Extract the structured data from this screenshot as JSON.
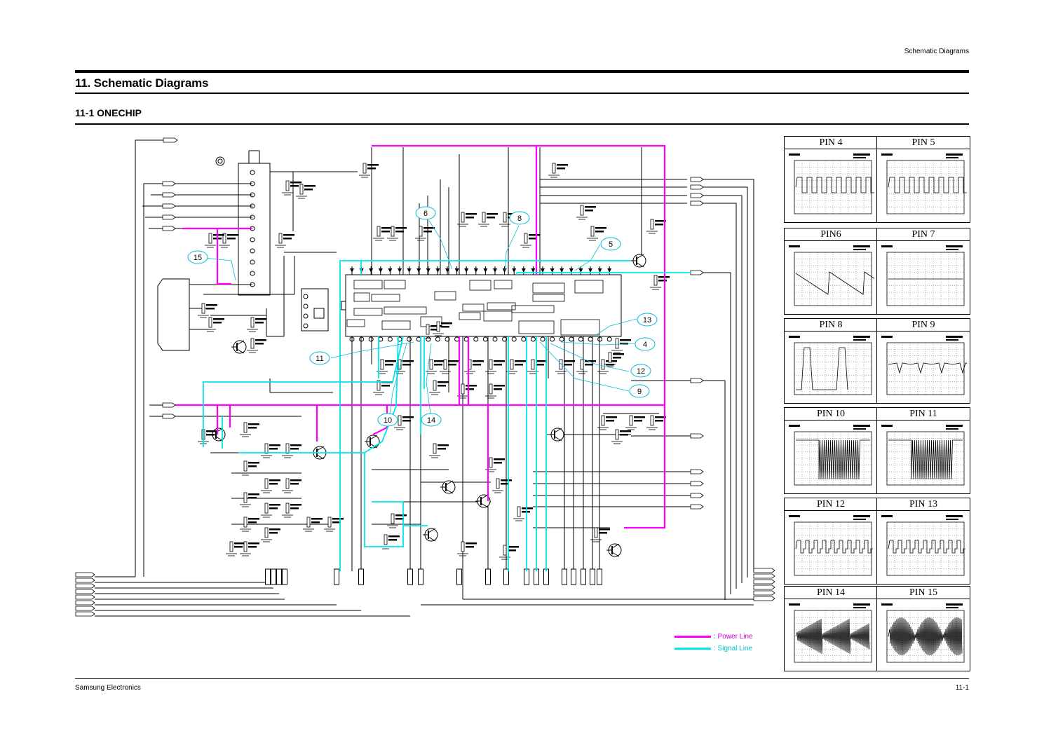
{
  "header": {
    "section_title": "Schematic Diagrams"
  },
  "title": "11. Schematic Diagrams",
  "subtitle": "11-1 ONECHIP",
  "footer": {
    "company": "Samsung Electronics",
    "page": "11-1"
  },
  "legend": {
    "power": {
      "label": ": Power Line",
      "color": "#ff00ff"
    },
    "signal": {
      "label": ": Signal Line",
      "color": "#00e5ee"
    }
  },
  "callouts": [
    "15",
    "6",
    "8",
    "5",
    "13",
    "4",
    "12",
    "9",
    "11",
    "10",
    "14"
  ],
  "waveforms": [
    {
      "label": "PIN 4"
    },
    {
      "label": "PIN 5"
    },
    {
      "label": "PIN6"
    },
    {
      "label": "PIN 7"
    },
    {
      "label": "PIN 8"
    },
    {
      "label": "PIN 9"
    },
    {
      "label": "PIN 10"
    },
    {
      "label": "PIN 11"
    },
    {
      "label": "PIN 12"
    },
    {
      "label": "PIN 13"
    },
    {
      "label": "PIN 14"
    },
    {
      "label": "PIN 15"
    }
  ]
}
